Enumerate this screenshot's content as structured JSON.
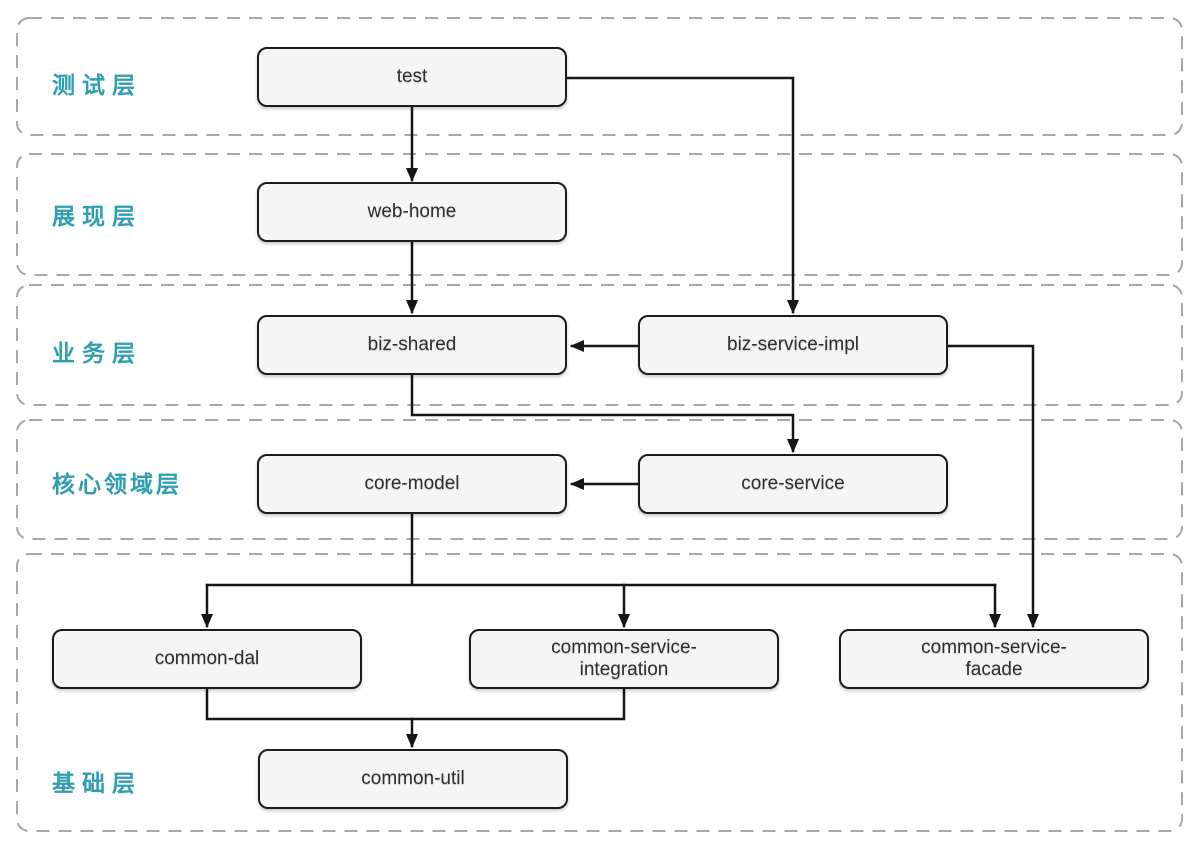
{
  "diagram": {
    "background": "#ffffff",
    "colors": {
      "layer_label": "#2e9fb0",
      "node_fill": "#f5f5f5",
      "node_border": "#1c1c1c",
      "band_border": "#a8a8a8",
      "arrow": "#161616",
      "node_text": "#2f2f2f"
    },
    "layers": [
      {
        "id": "test-layer",
        "label": "测试层"
      },
      {
        "id": "presentation-layer",
        "label": "展现层"
      },
      {
        "id": "business-layer",
        "label": "业务层"
      },
      {
        "id": "core-domain-layer",
        "label": "核心领域层"
      },
      {
        "id": "foundation-layer",
        "label": "基础层"
      }
    ],
    "nodes": [
      {
        "id": "test",
        "label": "test"
      },
      {
        "id": "web-home",
        "label": "web-home"
      },
      {
        "id": "biz-shared",
        "label": "biz-shared"
      },
      {
        "id": "biz-service-impl",
        "label": "biz-service-impl"
      },
      {
        "id": "core-model",
        "label": "core-model"
      },
      {
        "id": "core-service",
        "label": "core-service"
      },
      {
        "id": "common-dal",
        "label": "common-dal"
      },
      {
        "id": "common-service-integration",
        "label": "common-service-\nintegration"
      },
      {
        "id": "common-service-facade",
        "label": "common-service-\nfacade"
      },
      {
        "id": "common-util",
        "label": "common-util"
      }
    ],
    "edges": [
      {
        "from": "test",
        "to": "web-home"
      },
      {
        "from": "test",
        "to": "biz-service-impl"
      },
      {
        "from": "web-home",
        "to": "biz-shared"
      },
      {
        "from": "biz-service-impl",
        "to": "biz-shared"
      },
      {
        "from": "biz-shared",
        "to": "core-service"
      },
      {
        "from": "core-service",
        "to": "core-model"
      },
      {
        "from": "core-model",
        "to": "common-dal"
      },
      {
        "from": "core-model",
        "to": "common-service-integration"
      },
      {
        "from": "core-model",
        "to": "common-service-facade"
      },
      {
        "from": "biz-service-impl",
        "to": "common-service-facade"
      },
      {
        "from": "common-dal",
        "to": "common-util"
      },
      {
        "from": "common-service-integration",
        "to": "common-util"
      }
    ]
  }
}
